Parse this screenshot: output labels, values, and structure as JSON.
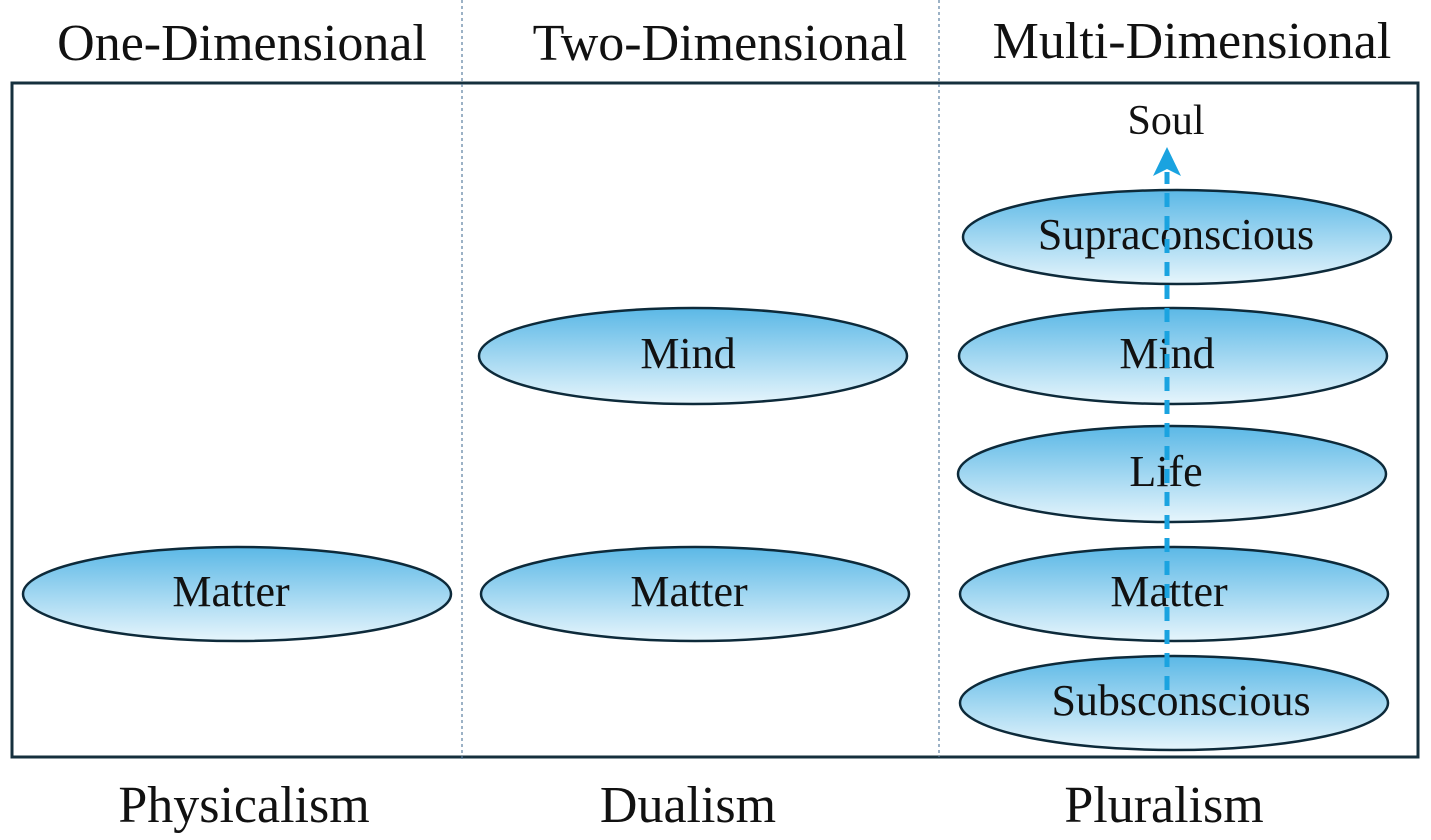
{
  "columns": [
    {
      "header": "One-Dimensional",
      "footer": "Physicalism",
      "layers": [
        "Matter"
      ]
    },
    {
      "header": "Two-Dimensional",
      "footer": "Dualism",
      "layers": [
        "Mind",
        "Matter"
      ]
    },
    {
      "header": "Multi-Dimensional",
      "footer": "Pluralism",
      "top_label": "Soul",
      "layers": [
        "Supraconscious",
        "Mind",
        "Life",
        "Matter",
        "Subsconscious"
      ]
    }
  ],
  "colors": {
    "ellipse_fill_top": "#5bb8e6",
    "ellipse_fill_bottom": "#e6f5fc",
    "ellipse_stroke": "#0d2a3a",
    "frame_stroke": "#15303d",
    "divider": "#5a7fa0",
    "arrow": "#1aa3e0"
  }
}
